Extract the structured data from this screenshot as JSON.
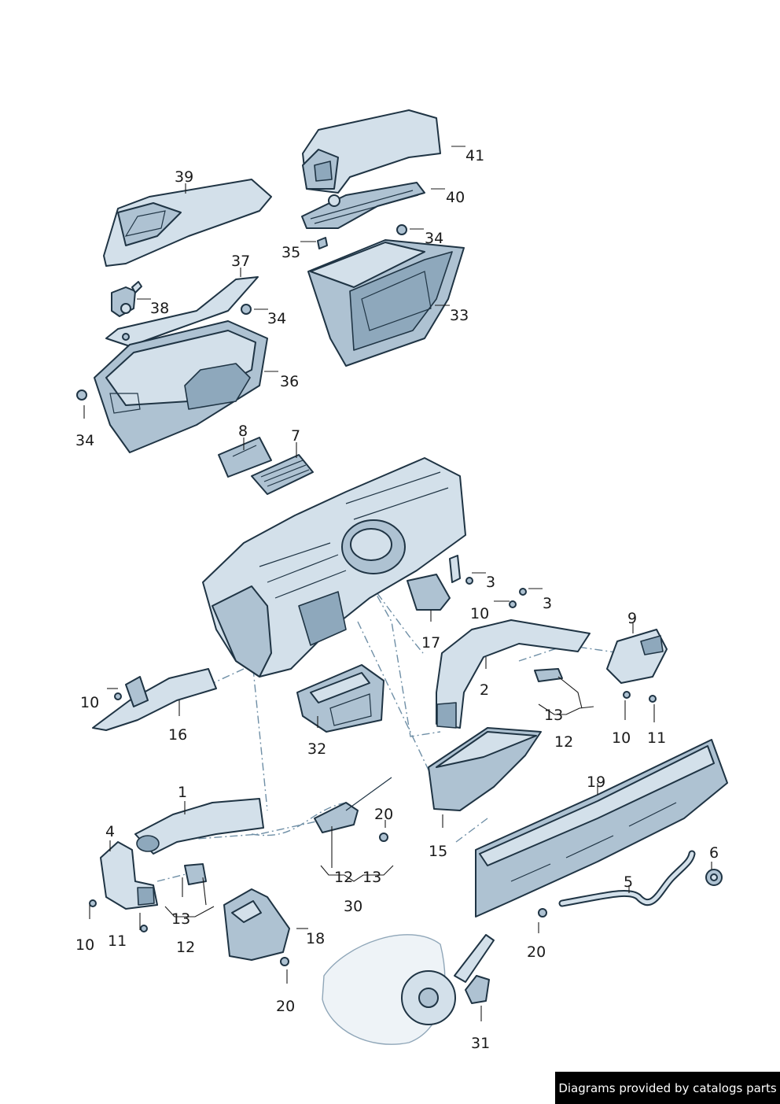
{
  "callouts": {
    "c1": "1",
    "c2": "2",
    "c3a": "3",
    "c3b": "3",
    "c4": "4",
    "c5": "5",
    "c6": "6",
    "c7": "7",
    "c8": "8",
    "c9": "9",
    "c10a": "10",
    "c10b": "10",
    "c10c": "10",
    "c10d": "10",
    "c11a": "11",
    "c11b": "11",
    "c12a": "12",
    "c12b": "12",
    "c12c": "12",
    "c13a": "13",
    "c13b": "13",
    "c13c": "13",
    "c15": "15",
    "c16": "16",
    "c17": "17",
    "c18": "18",
    "c19": "19",
    "c20a": "20",
    "c20b": "20",
    "c20c": "20",
    "c30": "30",
    "c31": "31",
    "c32": "32",
    "c33": "33",
    "c34a": "34",
    "c34b": "34",
    "c34c": "34",
    "c35": "35",
    "c36": "36",
    "c37": "37",
    "c38": "38",
    "c39": "39",
    "c40": "40",
    "c41": "41"
  },
  "credit": "Diagrams provided by catalogs parts",
  "colors": {
    "part_fill": "#d3e0ea",
    "part_shadow": "#aec2d2",
    "outline": "#1f3444",
    "dash_line": "#6f8fa6",
    "credit_bg": "#000000"
  }
}
